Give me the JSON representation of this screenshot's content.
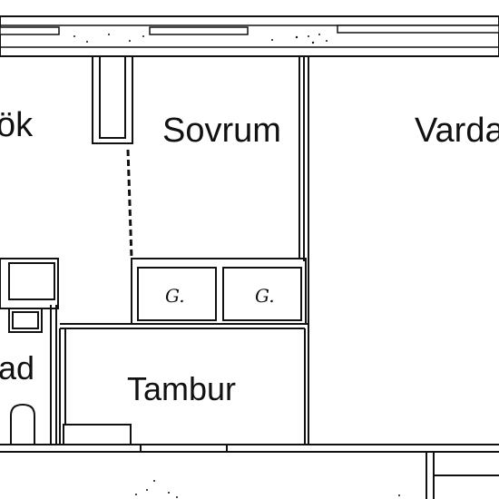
{
  "rooms": {
    "kitchen": "ök",
    "bedroom": "Sovrum",
    "living": "Varda",
    "bath": "ad",
    "hall": "Tambur"
  },
  "closets": {
    "closet_1": "G.",
    "closet_2": "G."
  },
  "colors": {
    "ink": "#111111",
    "paper": "#ffffff"
  }
}
